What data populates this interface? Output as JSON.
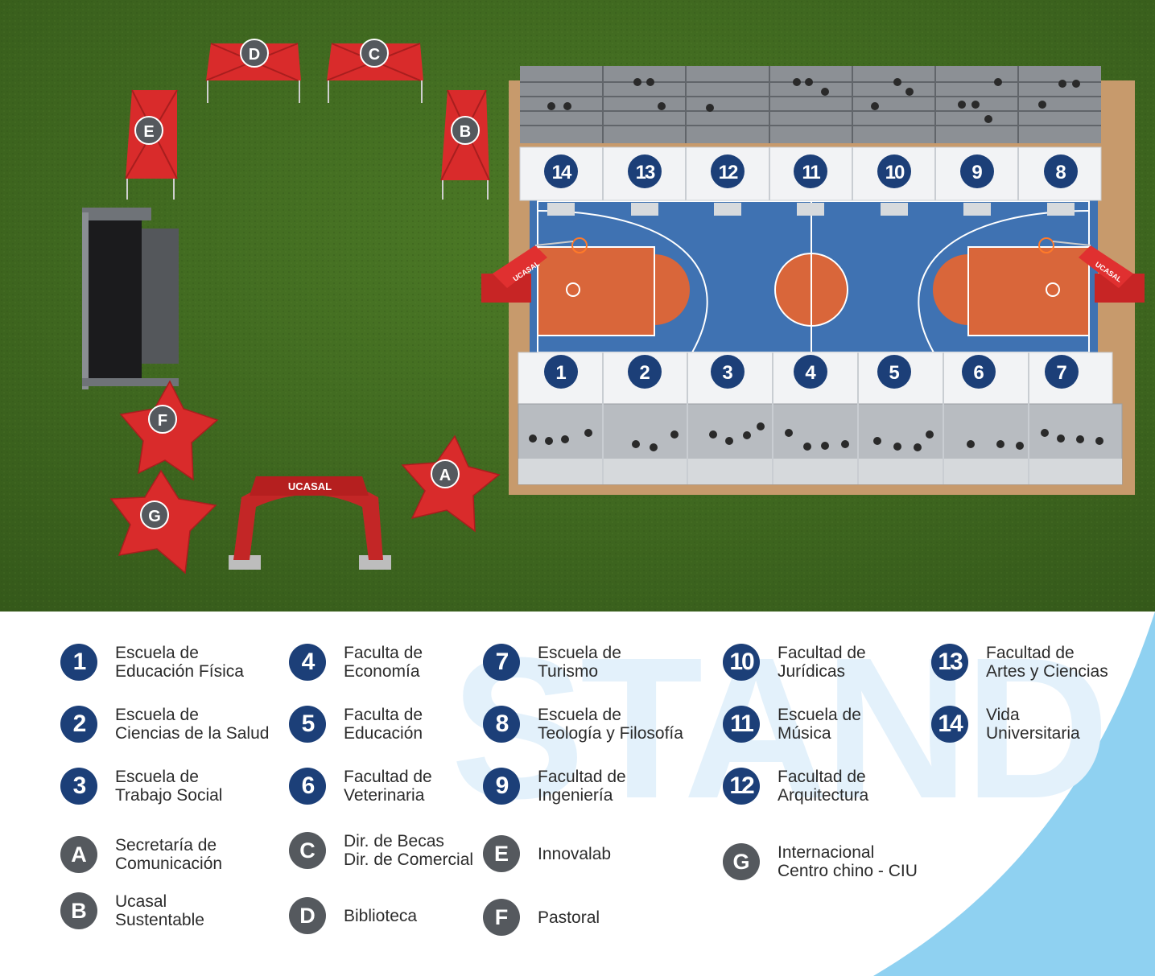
{
  "map_badges": {
    "court_stands_top": [
      "14",
      "13",
      "12",
      "11",
      "10",
      "9",
      "8"
    ],
    "court_stands_bottom": [
      "1",
      "2",
      "3",
      "4",
      "5",
      "6",
      "7"
    ],
    "tents": {
      "a": "A",
      "b": "B",
      "c": "C",
      "d": "D",
      "e": "E",
      "f": "F",
      "g": "G"
    }
  },
  "arch_brand": "UCASAL",
  "hoop_banner": "UCASAL",
  "watermark": "STAND",
  "legend": [
    {
      "badge": "1",
      "kind": "num",
      "lines": [
        "Escuela de",
        "Educación Física"
      ]
    },
    {
      "badge": "2",
      "kind": "num",
      "lines": [
        "Escuela de",
        "Ciencias de la Salud"
      ]
    },
    {
      "badge": "3",
      "kind": "num",
      "lines": [
        "Escuela de",
        "Trabajo Social"
      ]
    },
    {
      "badge": "A",
      "kind": "let",
      "lines": [
        "Secretaría de",
        "Comunicación"
      ]
    },
    {
      "badge": "B",
      "kind": "let",
      "lines": [
        "Ucasal",
        "Sustentable"
      ]
    },
    {
      "badge": "4",
      "kind": "num",
      "lines": [
        "Faculta de",
        "Economía"
      ]
    },
    {
      "badge": "5",
      "kind": "num",
      "lines": [
        "Faculta de",
        "Educación"
      ]
    },
    {
      "badge": "6",
      "kind": "num",
      "lines": [
        "Facultad de",
        "Veterinaria"
      ]
    },
    {
      "badge": "C",
      "kind": "let",
      "lines": [
        "Dir. de Becas",
        "Dir. de Comercial"
      ]
    },
    {
      "badge": "D",
      "kind": "let",
      "lines": [
        "Biblioteca"
      ]
    },
    {
      "badge": "7",
      "kind": "num",
      "lines": [
        "Escuela de",
        "Turismo"
      ]
    },
    {
      "badge": "8",
      "kind": "num",
      "lines": [
        "Escuela de",
        "Teología y Filosofía"
      ]
    },
    {
      "badge": "9",
      "kind": "num",
      "lines": [
        "Facultad de",
        "Ingeniería"
      ]
    },
    {
      "badge": "E",
      "kind": "let",
      "lines": [
        "Innovalab"
      ]
    },
    {
      "badge": "F",
      "kind": "let",
      "lines": [
        "Pastoral"
      ]
    },
    {
      "badge": "10",
      "kind": "num",
      "lines": [
        "Facultad de",
        "Jurídicas"
      ]
    },
    {
      "badge": "11",
      "kind": "num",
      "lines": [
        "Escuela de",
        "Música"
      ]
    },
    {
      "badge": "12",
      "kind": "num",
      "lines": [
        "Facultad de",
        "Arquitectura"
      ]
    },
    {
      "badge": "G",
      "kind": "let",
      "lines": [
        "Internacional",
        "Centro chino - CIU"
      ]
    },
    {
      "badge": "13",
      "kind": "num",
      "lines": [
        "Facultad de",
        "Artes y Ciencias"
      ]
    },
    {
      "badge": "14",
      "kind": "num",
      "lines": [
        "Vida",
        "Universitaria"
      ]
    }
  ],
  "colors": {
    "grass": "#3f6a1f",
    "tent_red": "#d92b2b",
    "court_blue": "#3f72b2",
    "court_orange": "#d9663a",
    "badge_blue": "#1c3f78",
    "badge_gray": "#55595e",
    "accent_sky": "#8fd1f1"
  }
}
